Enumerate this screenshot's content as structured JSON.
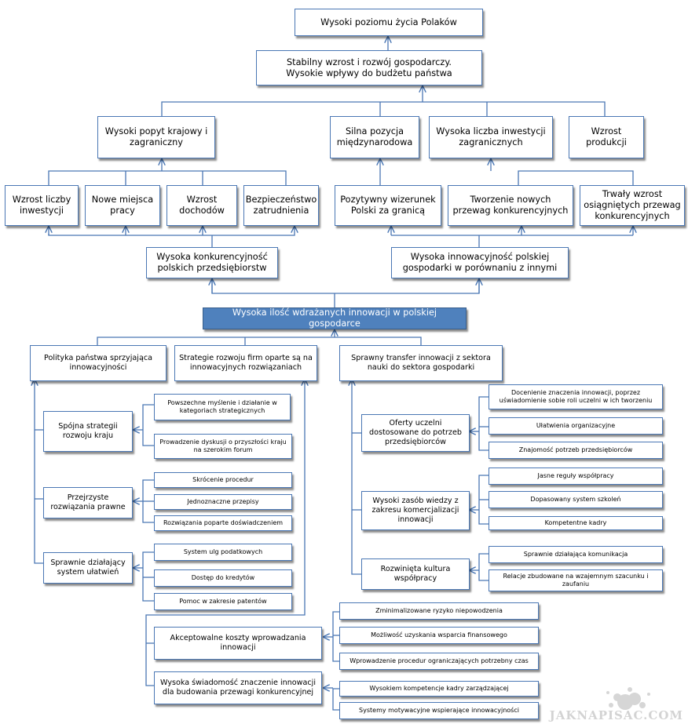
{
  "diagram": {
    "top": "Wysoki poziomu życia Polaków",
    "level2": "Stabilny wzrost i rozwój gospodarczy.\nWysokie wpływy do budżetu państwa",
    "level3": {
      "demand": "Wysoki popyt krajowy i zagraniczny",
      "position": "Silna pozycja międzynarodowa",
      "investment": "Wysoka liczba inwestycji zagranicznych",
      "production": "Wzrost produkcji"
    },
    "level4": {
      "invest_growth": "Wzrost liczby inwestycji",
      "new_jobs": "Nowe miejsca pracy",
      "income_growth": "Wzrost dochodów",
      "job_security": "Bezpieczeństwo zatrudnienia",
      "image": "Pozytywny wizerunek Polski za granicą",
      "new_advantages": "Tworzenie nowych przewag konkurencyjnych",
      "lasting_advantage": "Trwały wzrost osiągniętych przewag konkurencyjnych"
    },
    "level5": {
      "competitiveness": "Wysoka konkurencyjność polskich przedsiębiorstw",
      "innovativeness": "Wysoka innowacyjność polskiej gospodarki w porównaniu z innymi"
    },
    "center": "Wysoka ilość wdrażanych innowacji w polskiej gospodarce",
    "pillars": {
      "policy": "Polityka państwa sprzyjająca innowacyjności",
      "strategies": "Strategie rozwoju firm oparte są na innowacyjnych rozwiązaniach",
      "transfer": "Sprawny transfer innowacji z sektora nauki do sektora gospodarki"
    },
    "policy_branch": {
      "strategy": "Spójna strategii rozwoju kraju",
      "strategy_items": [
        "Powszechne myślenie i działanie w kategoriach strategicznych",
        "Prowadzenie dyskusji o przyszłości kraju na szerokim forum"
      ],
      "law": "Przejrzyste rozwiązania prawne",
      "law_items": [
        "Skrócenie procedur",
        "Jednoznaczne przepisy",
        "Rozwiązania poparte doświadczeniem"
      ],
      "support": "Sprawnie działający system ułatwień",
      "support_items": [
        "System ulg podatkowych",
        "Dostęp do kredytów",
        "Pomoc w zakresie patentów"
      ]
    },
    "strategies_branch": {
      "costs": "Akceptowalne koszty wprowadzania innowacji",
      "costs_items": [
        "Zminimalizowane ryzyko niepowodzenia",
        "Możliwość uzyskania wsparcia finansowego",
        "Wprowadzenie procedur ograniczających potrzebny czas"
      ],
      "awareness": "Wysoka świadomość znaczenie innowacji dla budowania przewagi konkurencyjnej",
      "awareness_items": [
        "Wysokiem kompetencje kadry zarządzającej",
        "Systemy motywacyjne wspierające innowacyjności"
      ]
    },
    "transfer_branch": {
      "offers": "Oferty uczelni dostosowane do potrzeb przedsiębiorców",
      "offers_items": [
        "Docenienie znaczenia innowacji, poprzez uświadomienie sobie roli uczelni w ich tworzeniu",
        "Ułatwienia organizacyjne",
        "Znajomość potrzeb przedsiębiorców"
      ],
      "knowledge": "Wysoki zasób wiedzy z zakresu komercjalizacji innowacji",
      "knowledge_items": [
        "Jasne reguły współpracy",
        "Dopasowany system szkoleń",
        "Kompetentne kadry"
      ],
      "culture": "Rozwinięta kultura współpracy",
      "culture_items": [
        "Sprawnie działająca komunikacja",
        "Relacje zbudowane na wzajemnym szacunku i zaufaniu"
      ]
    }
  },
  "watermark": "JAKNAPISAC.COM",
  "colors": {
    "line": "#4a77b4",
    "center_fill": "#4f81bd",
    "border": "#4a77b4"
  }
}
